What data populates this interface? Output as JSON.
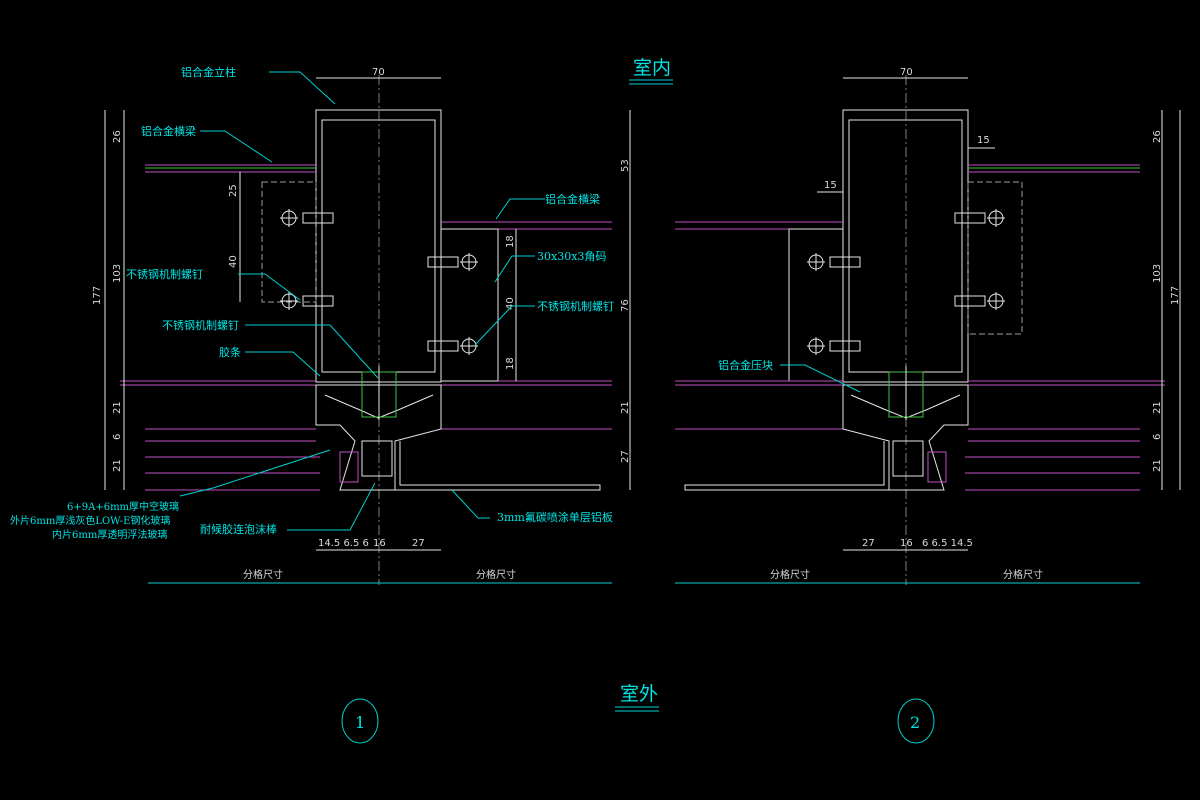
{
  "titles": {
    "indoor": "室内",
    "outdoor": "室外"
  },
  "details": {
    "one": "1",
    "two": "2"
  },
  "labels": {
    "mullion": "铝合金立柱",
    "transom_left": "铝合金横梁",
    "transom_right": "铝合金横梁",
    "angle_bracket": "30x30x3角码",
    "screw_left_1": "不锈钢机制螺钉",
    "screw_left_2": "不锈钢机制螺钉",
    "screw_right": "不锈钢机制螺钉",
    "gasket": "胶条",
    "pressure_plate": "铝合金压块",
    "glass_1": "6+9A+6mm厚中空玻璃",
    "glass_2": "外片6mm厚浅灰色LOW-E钢化玻璃",
    "glass_3": "内片6mm厚透明浮法玻璃",
    "sealant": "耐候胶连泡沫棒",
    "panel": "3mm氟碳喷涂单层铝板"
  },
  "dimensions": {
    "width_70_left": "70",
    "width_70_right": "70",
    "d26_left": "26",
    "d25": "25",
    "d40_left": "40",
    "d103_left": "103",
    "d177_left": "177",
    "d21_left_a": "21",
    "d6_left": "6",
    "d21_left_b": "21",
    "d53": "53",
    "d18_a": "18",
    "d40_mid": "40",
    "d18_b": "18",
    "d76": "76",
    "d21_mid": "21",
    "d27_mid": "27",
    "d15_a": "15",
    "d15_b": "15",
    "d26_right": "26",
    "d103_right": "103",
    "d177_right": "177",
    "d21_right_a": "21",
    "d6_right": "6",
    "d21_right_b": "21",
    "bottom_left": "14.5 6.5 6",
    "bottom_left_16": "16",
    "bottom_left_27": "27",
    "bottom_right_27": "27",
    "bottom_right_16": "16",
    "bottom_right_rest": "6 6.5 14.5",
    "grid_1": "分格尺寸",
    "grid_2": "分格尺寸",
    "grid_3": "分格尺寸",
    "grid_4": "分格尺寸"
  }
}
